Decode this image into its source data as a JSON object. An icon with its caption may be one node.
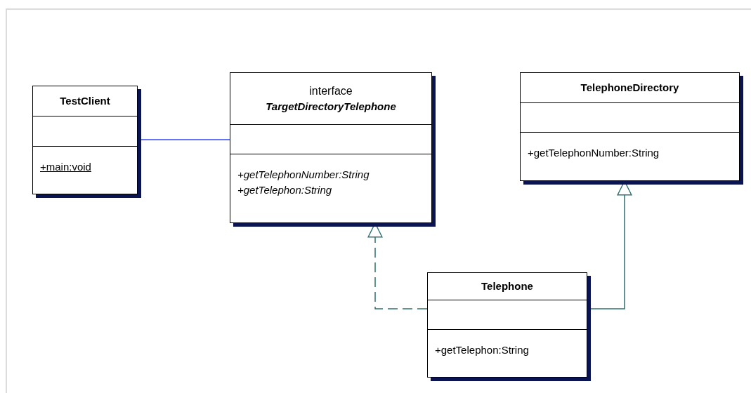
{
  "diagram": {
    "nodes": [
      {
        "text": [
          "TestClient",
          "+main:void"
        ]
      },
      {
        "text": [
          "interface",
          "TargetDirectoryTelephone",
          "+getTelephonNumber:String",
          "+getTelephon:String"
        ]
      },
      {
        "text": [
          "TelephoneDirectory",
          "+getTelephonNumber:String"
        ]
      },
      {
        "text": [
          "Telephone",
          "+getTelephon:String"
        ]
      }
    ],
    "edges": [
      {
        "from": 0,
        "to": 1,
        "arrow": "none",
        "color": "#3344ee"
      },
      {
        "from": 3,
        "to": 1,
        "arrow": "to",
        "style": "dashed",
        "color": "#2e7070"
      },
      {
        "from": 3,
        "to": 2,
        "arrow": "to",
        "color": "#2e7070"
      }
    ]
  }
}
